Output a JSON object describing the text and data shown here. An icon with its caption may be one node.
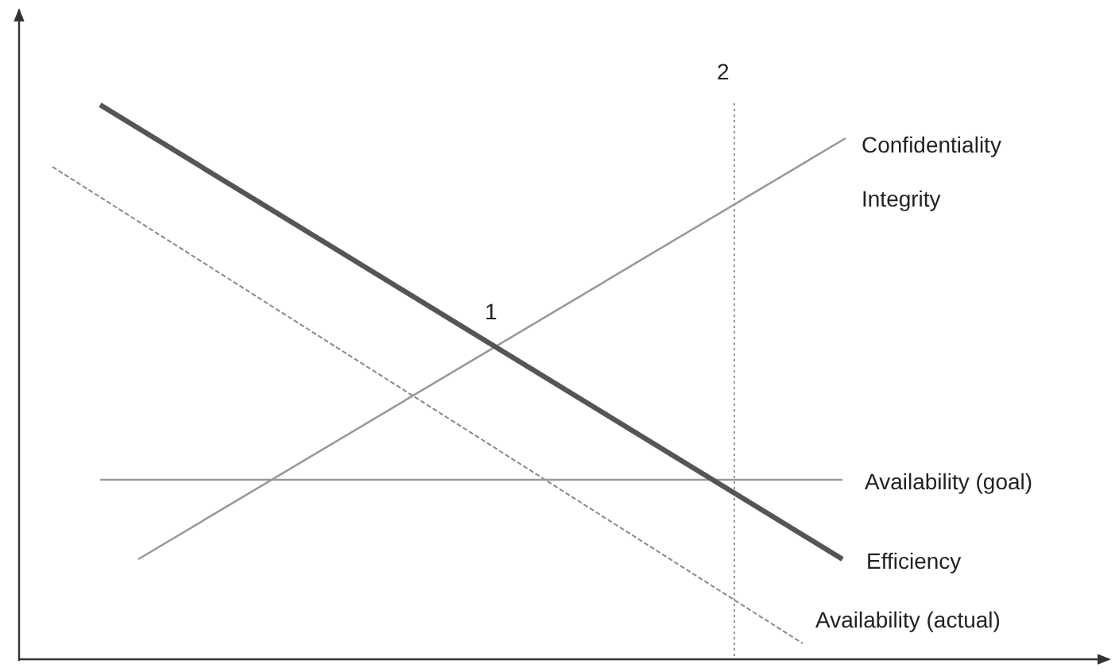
{
  "diagram": {
    "labels": [
      "2",
      "Confidentiality",
      "Integrity",
      "1",
      "Availability (goal)",
      "Efficiency",
      "Availability (actual)"
    ]
  }
}
